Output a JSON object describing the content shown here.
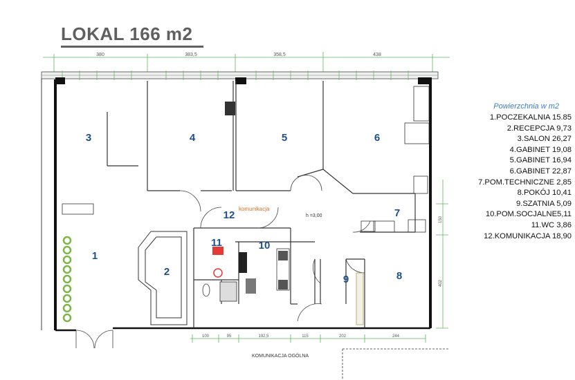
{
  "title": "LOKAL 166 m2",
  "legend": {
    "heading": "Powierzchnia w m2",
    "items": [
      "1.POCZEKALNIA 15.85",
      "2.RECEPCJA  9,73",
      "3.SALON  26,27",
      "4.GABINET  19,08",
      "5.GABINET  16,94",
      "6.GABINET  22,87",
      "7.POM.TECHNICZNE  2,85",
      "8.POKÓJ  10,41",
      "9.SZATNIA  5,09",
      "10.POM.SOCJALNE5,11",
      "11.WC  3,86",
      "12.KOMUNIKACJA  18,90"
    ]
  },
  "rooms": {
    "r1": "1",
    "r2": "2",
    "r3": "3",
    "r4": "4",
    "r5": "5",
    "r6": "6",
    "r7": "7",
    "r8": "8",
    "r9": "9",
    "r10": "10",
    "r11": "11",
    "r12": "12"
  },
  "labels": {
    "corridor": "komunikacja",
    "height": "h =3,00",
    "common": "KOMUNIKACJA OGÓLNA"
  },
  "dims_top": [
    "380",
    "383,5",
    "358,5",
    "438"
  ],
  "dims_bottom": [
    "100",
    "95",
    "192,5",
    "115",
    "202",
    "244"
  ],
  "dims_right": [
    "150",
    "402"
  ]
}
